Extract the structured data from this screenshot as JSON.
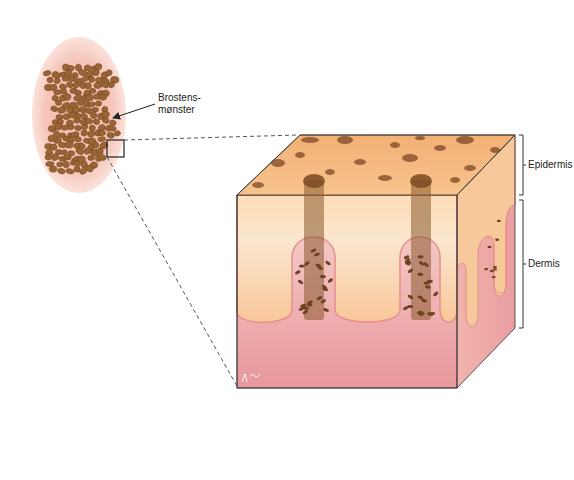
{
  "diagram": {
    "labels": [
      "Brostens- mønster",
      "Epidermis",
      "Dermis"
    ]
  }
}
